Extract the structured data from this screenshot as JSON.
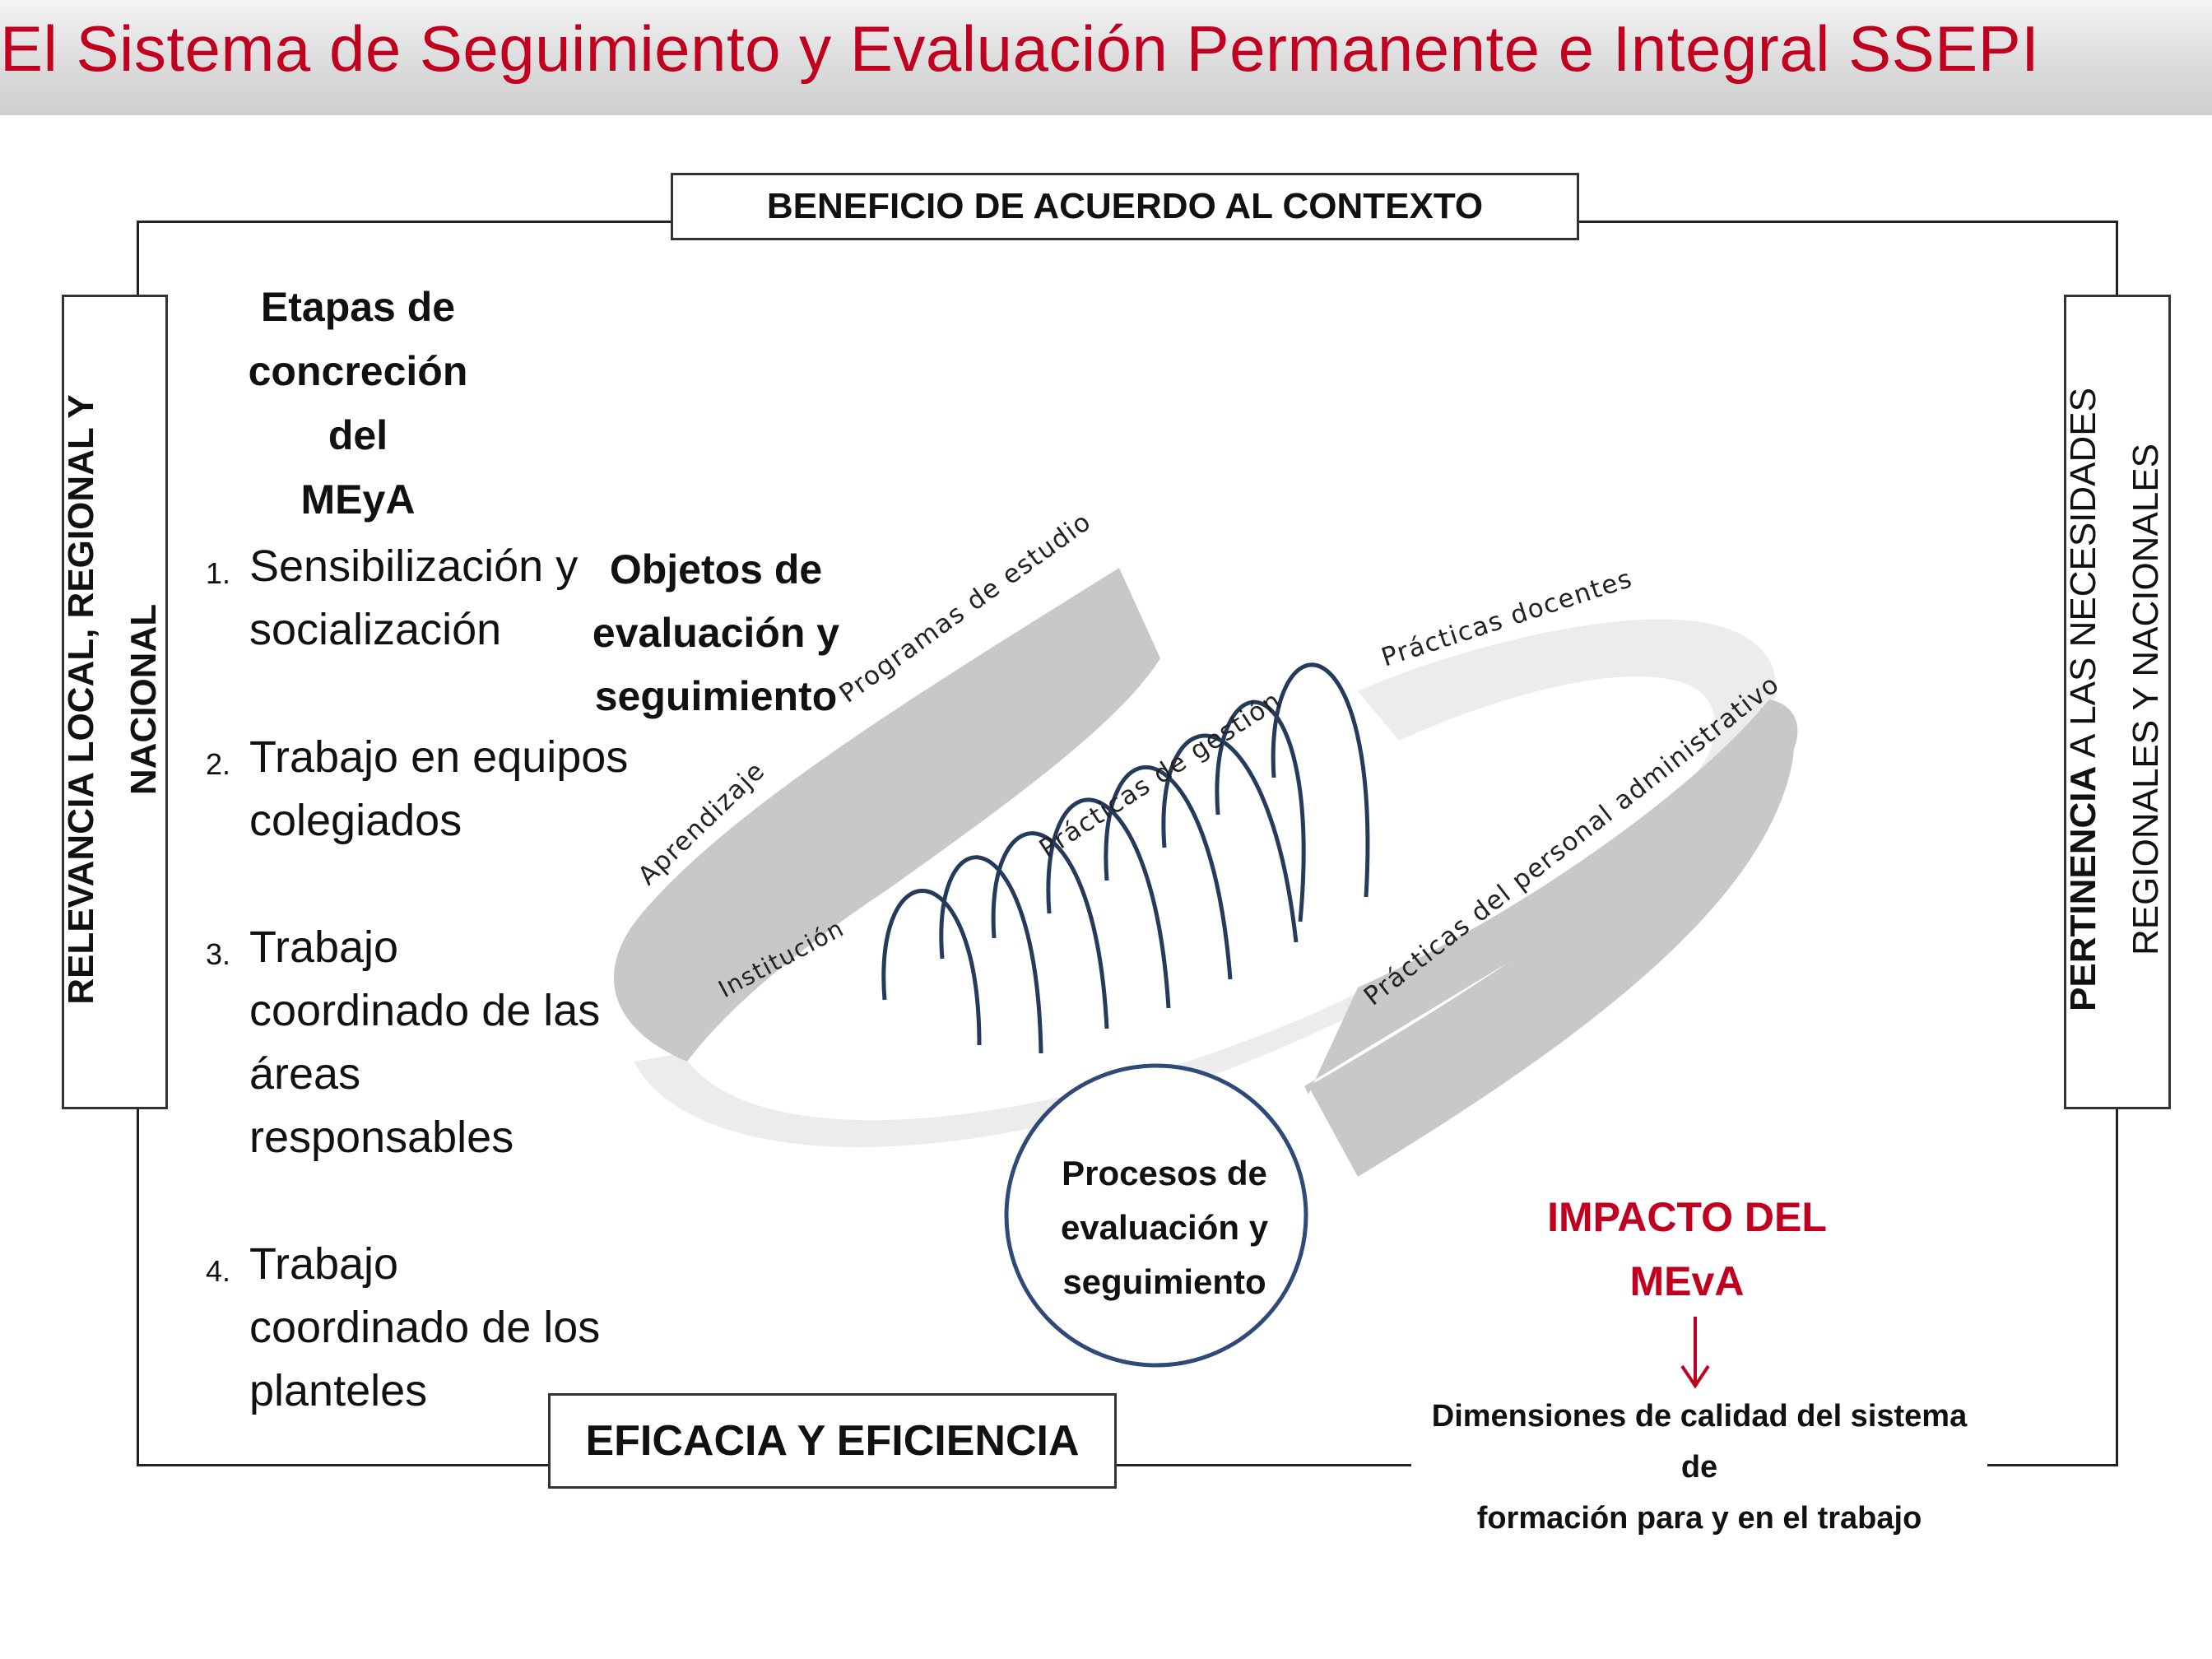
{
  "title": "El Sistema de Seguimiento y Evaluación Permanente e Integral SSEPI",
  "top_box": "BENEFICIO  DE ACUERDO AL CONTEXTO",
  "bottom_box": "EFICACIA  Y EFICIENCIA",
  "left_vertical": {
    "line1": "RELEVANCIA LOCAL, REGIONAL Y",
    "line2": "NACIONAL"
  },
  "right_vertical": {
    "bold": "PERTINENCIA",
    "line1_rest": " A LAS NECESIDADES",
    "line2": "REGIONALES Y NACIONALES"
  },
  "etapas": {
    "title_lines": [
      "Etapas de",
      "concreción del",
      "MEyA"
    ],
    "steps": [
      {
        "num": "1.",
        "lines": [
          "Sensibilización y",
          "socialización"
        ]
      },
      {
        "num": "2.",
        "lines": [
          "Trabajo en equipos",
          "colegiados"
        ]
      },
      {
        "num": "3.",
        "lines": [
          "Trabajo",
          "coordinado de las",
          "áreas",
          "responsables"
        ]
      },
      {
        "num": "4.",
        "lines": [
          "Trabajo",
          "coordinado de los",
          "planteles"
        ]
      }
    ]
  },
  "objetos_lines": [
    "Objetos de",
    "evaluación y",
    "seguimiento"
  ],
  "ring_labels": {
    "programas": "Programas de estudio",
    "aprendizaje": "Aprendizaje",
    "institucion": "Institución",
    "gestion": "Prácticas de gestión",
    "docentes": "Prácticas docentes",
    "administrativo": "Prácticas del personal administrativo"
  },
  "procesos_lines": [
    "Procesos de",
    "evaluación y",
    "seguimiento"
  ],
  "impacto_lines": [
    "IMPACTO DEL",
    "MEvA"
  ],
  "dimensiones_lines": [
    "Dimensiones de calidad del sistema de",
    "formación para y en el trabajo"
  ],
  "colors": {
    "title": "#c0001e",
    "impacto": "#c0001e",
    "coil": "#263a5c",
    "ring_dark": "#c8c8c8",
    "ring_light": "#ececec",
    "circle_border": "#2f4a78"
  }
}
